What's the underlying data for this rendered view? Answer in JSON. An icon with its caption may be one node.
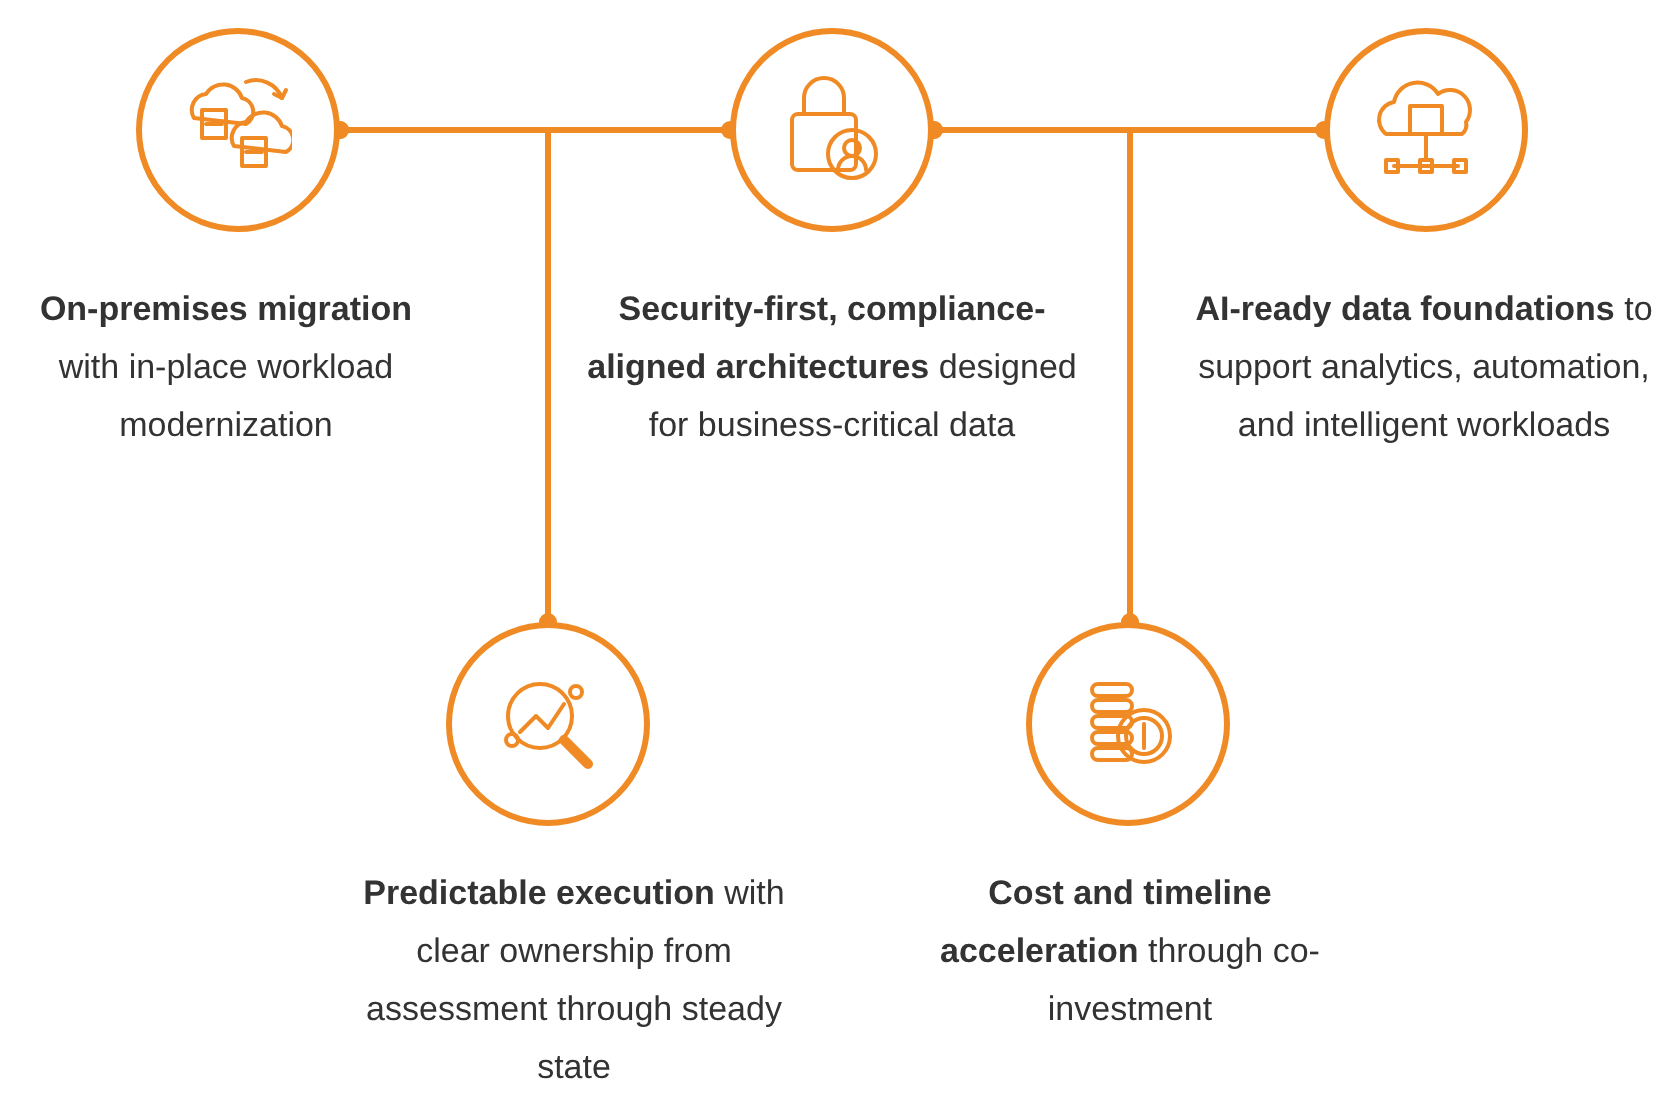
{
  "diagram": {
    "nodes": [
      {
        "text": [],
        "shape": "circle",
        "beside": [
          "**On-premises migration** with in-place workload modernization"
        ]
      },
      {
        "text": [],
        "shape": "circle",
        "beside": [
          "**Security-first, compliance-aligned architectures** designed for business-critical data"
        ]
      },
      {
        "text": [],
        "shape": "circle",
        "beside": [
          "**AI-ready data foundations** to support analytics, automation, and intelligent workloads"
        ]
      },
      {
        "text": [],
        "shape": "circle",
        "beside": [
          "**Predictable execution** with clear ownership from assessment through steady state"
        ]
      },
      {
        "text": [],
        "shape": "circle",
        "beside": [
          "**Cost and timeline acceleration** through co-investment"
        ]
      }
    ],
    "edges": [
      {
        "from": 0,
        "to": 1,
        "arrow": "other"
      },
      {
        "from": 1,
        "to": 2,
        "arrow": "other"
      },
      {
        "from": 0,
        "to": 3,
        "arrow": "other"
      },
      {
        "from": 1,
        "to": 4,
        "arrow": "other"
      }
    ]
  }
}
